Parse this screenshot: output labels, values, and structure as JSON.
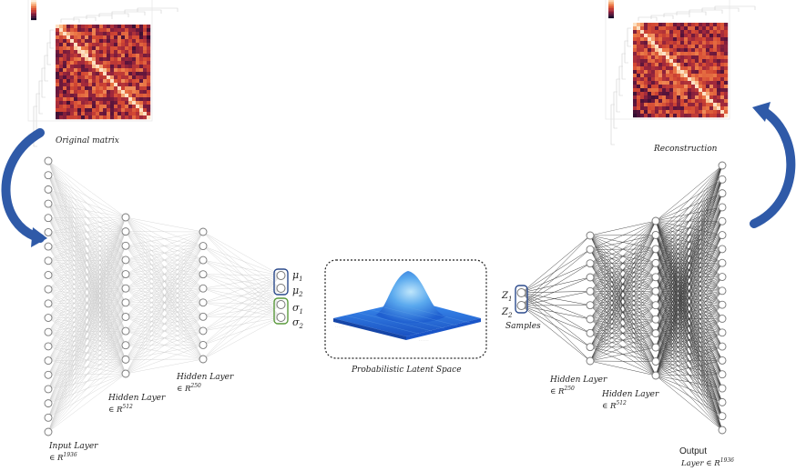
{
  "labels": {
    "original": "Original matrix",
    "reconstruction": "Reconstruction",
    "input_layer": "Input Layer",
    "input_dim": "∈ R",
    "input_exp": "1936",
    "hidden512_left": "Hidden Layer",
    "hidden512_left_dim": "∈ R",
    "hidden512_left_exp": "512",
    "hidden250_left": "Hidden Layer",
    "hidden250_left_dim": "∈ R",
    "hidden250_left_exp": "250",
    "mu1": "μ",
    "mu1_sub": "1",
    "mu2": "μ",
    "mu2_sub": "2",
    "sigma1": "σ",
    "sigma1_sub": "1",
    "sigma2": "σ",
    "sigma2_sub": "2",
    "latent": "Probabilistic Latent Space",
    "z1": "Z",
    "z1_sub": "1",
    "z2": "Z",
    "z2_sub": "2",
    "samples": "Samples",
    "hidden250_right": "Hidden Layer",
    "hidden250_right_dim": "∈ R",
    "hidden250_right_exp": "250",
    "hidden512_right": "Hidden Layer",
    "hidden512_right_dim": "∈ R",
    "hidden512_right_exp": "512",
    "output": "Output",
    "output_layer": "Layer  ∈ R",
    "output_exp": "1936"
  },
  "colors": {
    "encoder_edges": "#c9c9c9",
    "decoder_edges": "#3a3a3a",
    "node_stroke": "#777777",
    "mu_box": "#2b4a8c",
    "sigma_box": "#5a9a3c",
    "arrow": "#2f5aa8",
    "gauss_low": "#1e63d6",
    "gauss_high": "#9fd8f5"
  }
}
